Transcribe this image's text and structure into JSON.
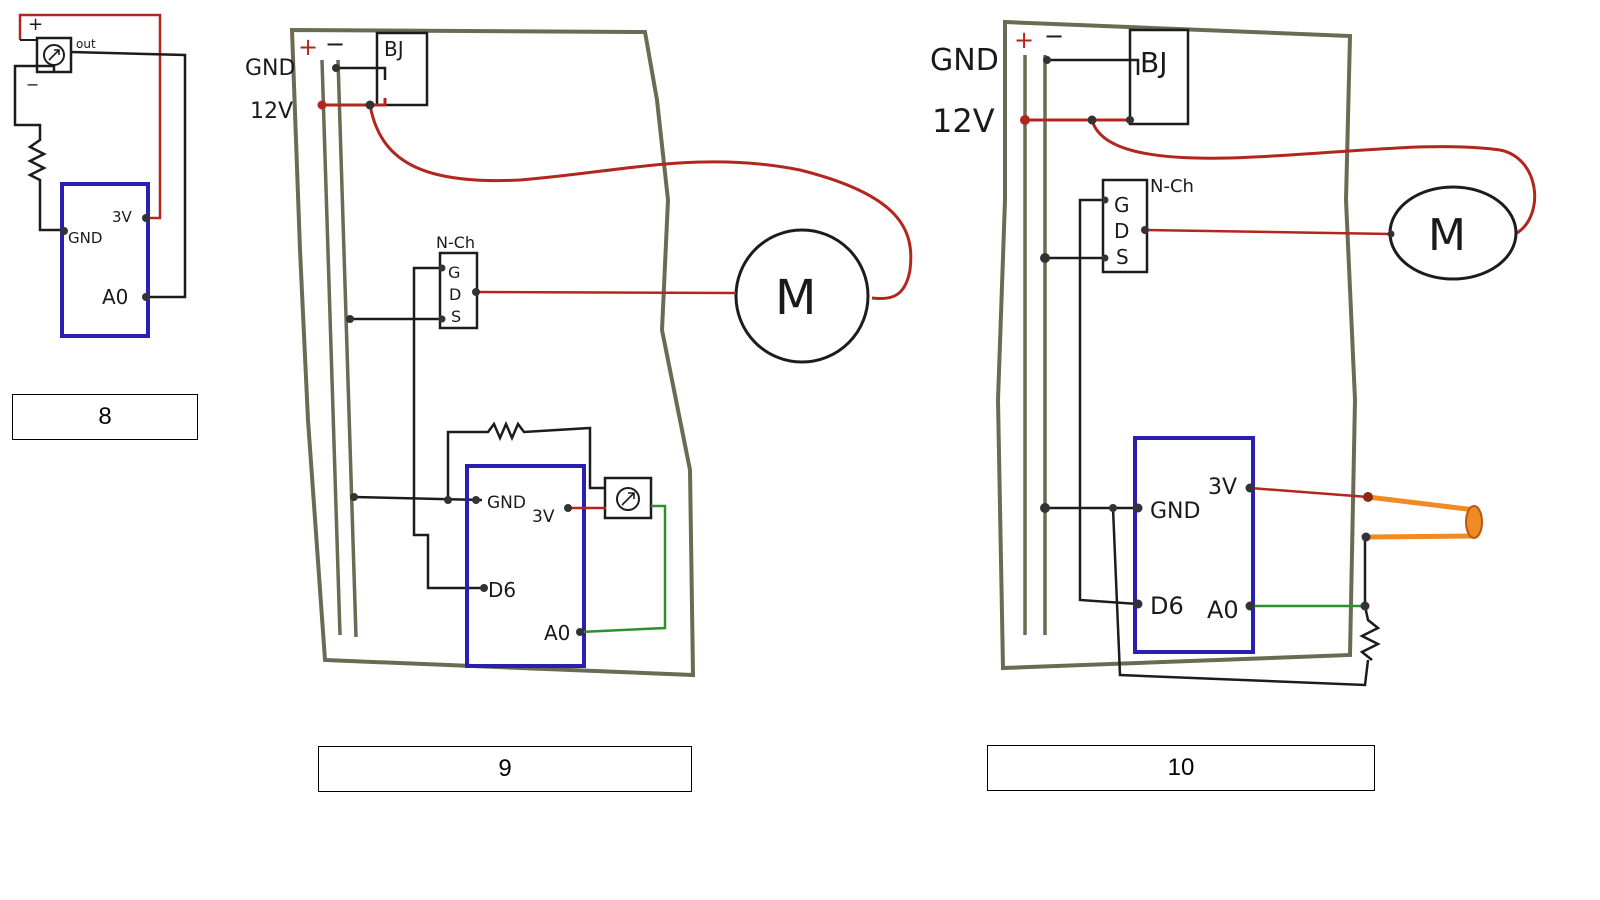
{
  "colors": {
    "board": "#6b6a52",
    "wire_black": "#1c1c1c",
    "wire_red": "#b3261e",
    "wire_green": "#2f8f2f",
    "arduino": "#2a1fb0",
    "orange": "#f08a24"
  },
  "captions": [
    "8",
    "9",
    "10"
  ],
  "diagram8": {
    "plus": "+",
    "minus": "−",
    "out": "out",
    "gnd": "GND",
    "v3": "3V",
    "a0": "A0"
  },
  "diagram9": {
    "gnd": "GND",
    "v12": "12V",
    "plus": "+",
    "minus": "−",
    "bj": "BJ",
    "nch": "N-Ch",
    "g": "G",
    "d": "D",
    "s": "S",
    "motor": "M",
    "arduino_gnd": "GND",
    "arduino_3v": "3V",
    "arduino_d6": "D6",
    "arduino_a0": "A0"
  },
  "diagram10": {
    "gnd": "GND",
    "v12": "12V",
    "plus": "+",
    "minus": "−",
    "bj": "BJ",
    "nch": "N-Ch",
    "g": "G",
    "d": "D",
    "s": "S",
    "motor": "M",
    "arduino_gnd": "GND",
    "arduino_3v": "3V",
    "arduino_d6": "D6",
    "arduino_a0": "A0"
  }
}
